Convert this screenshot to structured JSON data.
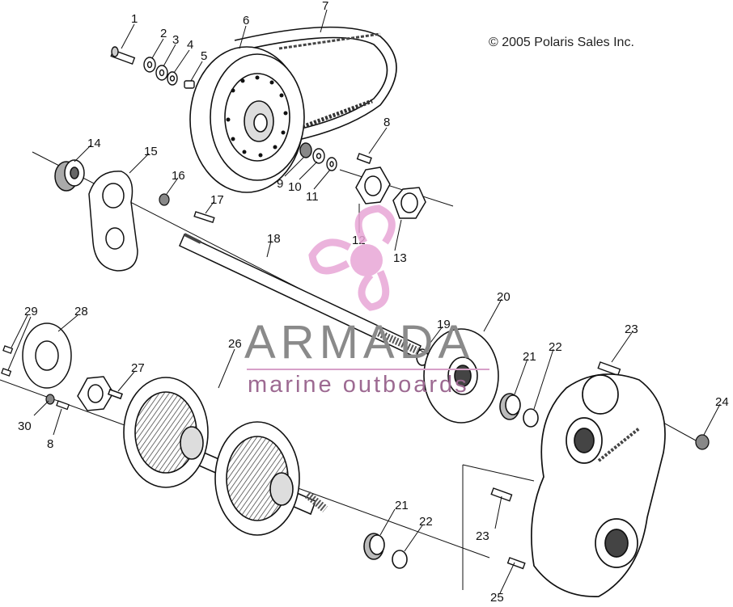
{
  "copyright": "© 2005 Polaris Sales Inc.",
  "watermark": {
    "title": "ARMADA",
    "subtitle": "marine outboards"
  },
  "colors": {
    "line": "#111111",
    "shade": "#555555",
    "watermark_pink": "#e8a6d6",
    "watermark_gray": "#8a8a8a"
  },
  "callouts": {
    "c1": "1",
    "c2": "2",
    "c3": "3",
    "c4": "4",
    "c5": "5",
    "c6": "6",
    "c7": "7",
    "c8a": "8",
    "c8b": "8",
    "c9": "9",
    "c10": "10",
    "c11": "11",
    "c12": "12",
    "c13": "13",
    "c14": "14",
    "c15": "15",
    "c16": "16",
    "c17": "17",
    "c18": "18",
    "c19": "19",
    "c20": "20",
    "c21a": "21",
    "c21b": "21",
    "c22a": "22",
    "c22b": "22",
    "c23a": "23",
    "c23b": "23",
    "c24": "24",
    "c25": "25",
    "c26": "26",
    "c27": "27",
    "c28": "28",
    "c29": "29",
    "c30": "30"
  }
}
